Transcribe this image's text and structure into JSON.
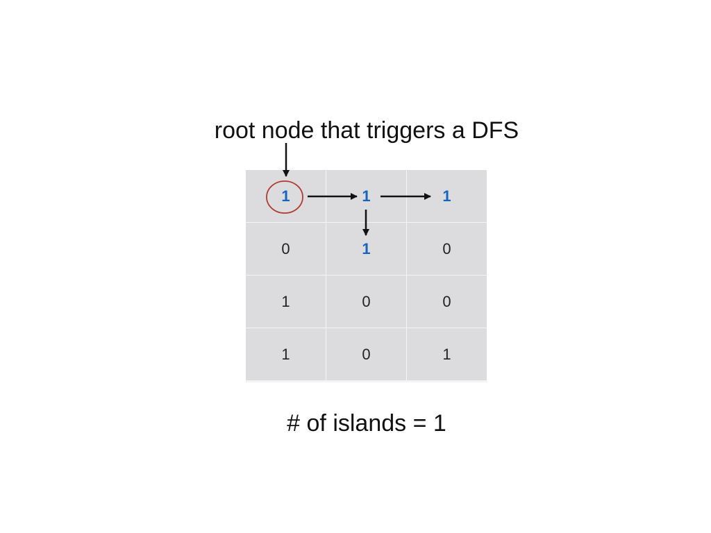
{
  "annotation": {
    "root_label": "root node that triggers a DFS"
  },
  "grid": {
    "rows": [
      [
        {
          "value": "1",
          "visited": true
        },
        {
          "value": "1",
          "visited": true
        },
        {
          "value": "1",
          "visited": true
        }
      ],
      [
        {
          "value": "0",
          "visited": false
        },
        {
          "value": "1",
          "visited": true
        },
        {
          "value": "0",
          "visited": false
        }
      ],
      [
        {
          "value": "1",
          "visited": false
        },
        {
          "value": "0",
          "visited": false
        },
        {
          "value": "0",
          "visited": false
        }
      ],
      [
        {
          "value": "1",
          "visited": false
        },
        {
          "value": "0",
          "visited": false
        },
        {
          "value": "1",
          "visited": false
        }
      ]
    ]
  },
  "result": {
    "label": "# of islands = 1"
  },
  "colors": {
    "visited_text": "#1565c0",
    "root_circle": "#b03a2e",
    "cell_background": "#dcdcde",
    "arrow": "#111111"
  }
}
